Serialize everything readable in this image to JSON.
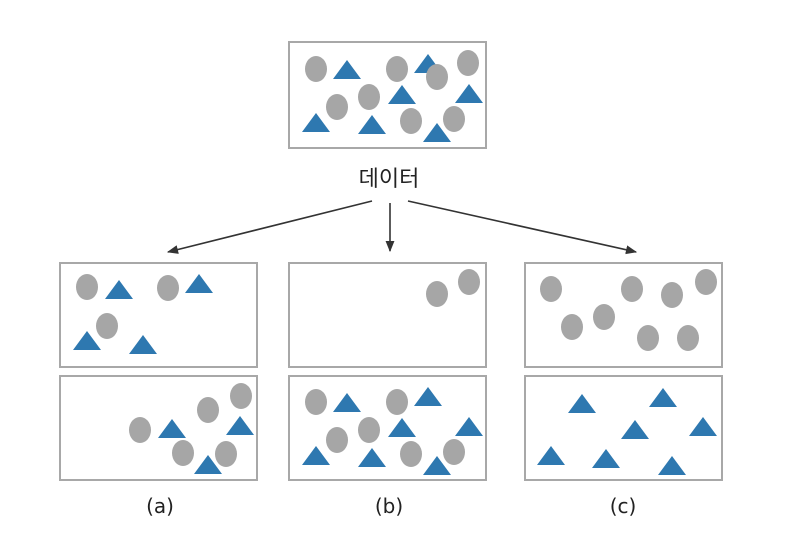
{
  "labels": {
    "data": "데이터",
    "a": "(a)",
    "b": "(b)",
    "c": "(c)"
  },
  "colors": {
    "circle": "#a6a6a6",
    "triangle": "#2e78b0",
    "box_border": "#a8a8a8",
    "arrow": "#333333",
    "text": "#222222"
  },
  "icons": {
    "circle": "gray-circle-icon",
    "triangle": "blue-triangle-icon"
  }
}
